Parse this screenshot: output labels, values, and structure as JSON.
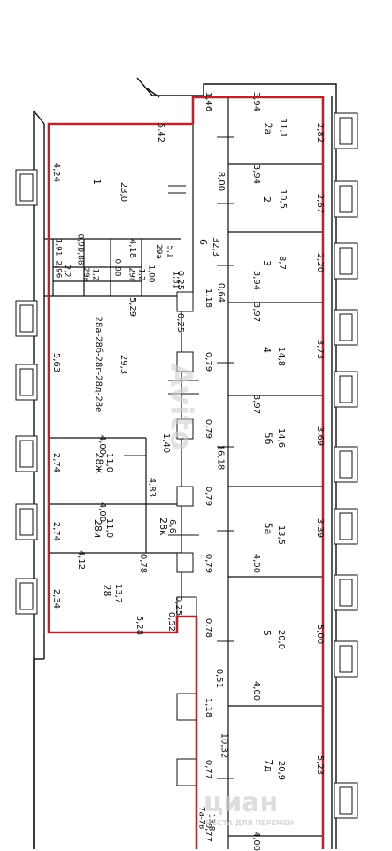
{
  "rooms": [
    {
      "id": "1",
      "num": "1",
      "area": "23,0"
    },
    {
      "id": "2a",
      "num": "2а",
      "area": "11,1"
    },
    {
      "id": "2",
      "num": "2",
      "area": "10,5"
    },
    {
      "id": "3",
      "num": "3",
      "area": "8,7"
    },
    {
      "id": "4",
      "num": "4",
      "area": "14,8"
    },
    {
      "id": "5b",
      "num": "5б",
      "area": "14,6"
    },
    {
      "id": "5a",
      "num": "5а",
      "area": "13,5"
    },
    {
      "id": "5",
      "num": "5",
      "area": "20,0"
    },
    {
      "id": "7d",
      "num": "7д",
      "area": "20,9"
    },
    {
      "id": "6",
      "num": "6",
      "area": "32,3"
    },
    {
      "id": "28a",
      "num": "28а-28б-28г-28д-28е",
      "area": "29,3"
    },
    {
      "id": "28zh",
      "num": "28ж",
      "area": "11,0"
    },
    {
      "id": "28i",
      "num": "28и",
      "area": "11,0"
    },
    {
      "id": "28k",
      "num": "28к",
      "area": "6,6"
    },
    {
      "id": "28",
      "num": "28",
      "area": "13,7"
    },
    {
      "id": "29a",
      "num": "29а",
      "area": "5,1"
    },
    {
      "id": "29v",
      "num": "29в",
      "area": "1,2"
    },
    {
      "id": "29g",
      "num": "29г",
      "area": "1,2"
    },
    {
      "id": "7a",
      "num": "7а-7в",
      "area": "13,8"
    }
  ],
  "dims": {
    "d_146": "1,46",
    "d_394a": "3,94",
    "d_282": "2,82",
    "d_542": "5,42",
    "d_800": "8,00",
    "d_394b": "3,94",
    "d_267": "2,67",
    "d_424": "4,24",
    "d_220": "2,20",
    "d_394c": "3,94",
    "d_191": "1,91",
    "d_296": "2,96",
    "d_22": "2,2",
    "d_088a": "0,88",
    "d_091": "0,91",
    "d_418": "4,18",
    "d_088b": "0,88",
    "d_100": "1,00",
    "d_131": "1,31",
    "d_118": "1,18",
    "d_064": "0,64",
    "d_025a": "0,25",
    "d_397a": "3,97",
    "d_373": "3,73",
    "d_529": "5,29",
    "d_025b": "0,25",
    "d_563": "5,63",
    "d_079a": "0,79",
    "d_397b": "3,97",
    "d_369": "3,69",
    "d_079b": "0,79",
    "d_1618": "16,18",
    "d_140": "1,40",
    "d_400a": "4,00",
    "d_274a": "2,74",
    "d_483": "4,83",
    "d_079c": "0,79",
    "d_339": "3,39",
    "d_400b": "4,00",
    "d_274b": "2,74",
    "d_400c": "4,00",
    "d_078a": "0,78",
    "d_079d": "0,79",
    "d_412": "4,12",
    "d_234": "2,34",
    "d_025c": "0,25",
    "d_052": "0,52",
    "d_528": "5,28",
    "d_078b": "0,78",
    "d_500": "5,00",
    "d_400d": "4,00",
    "d_051": "0,51",
    "d_118b": "1,18",
    "d_1032": "10,32",
    "d_077a": "0,77",
    "d_523": "5,23",
    "d_077b": "0,77",
    "d_400e": "4,00"
  },
  "watermarks": {
    "avito": "Avito",
    "cian": "циан",
    "cian_sub": "МЕСТА ДЛЯ ПЕРЕМЕН"
  },
  "colors": {
    "outline": "#b5262e",
    "wall": "#111111"
  }
}
